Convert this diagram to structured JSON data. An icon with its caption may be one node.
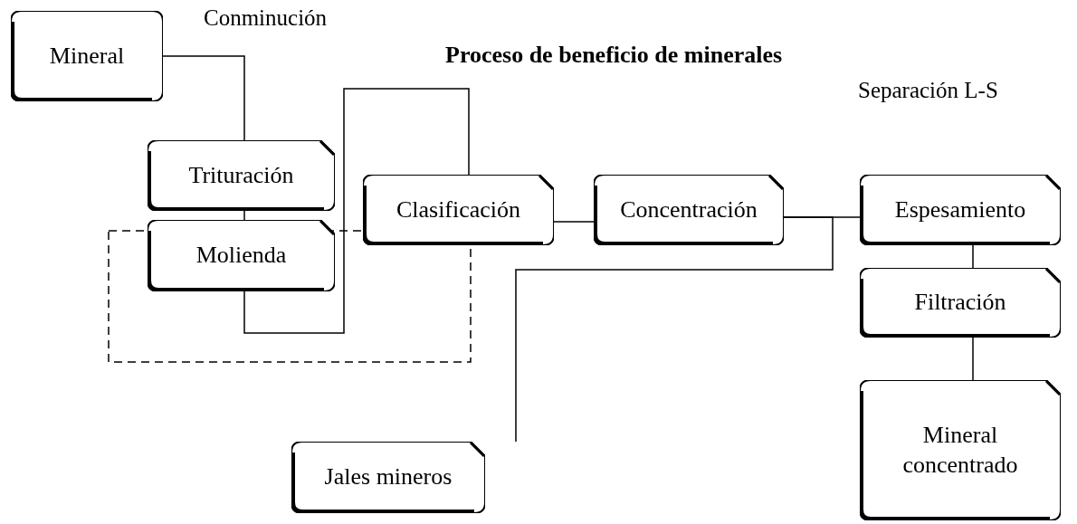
{
  "diagram": {
    "title": "Proceso de beneficio de minerales",
    "nodes": [
      {
        "text": [
          "Mineral"
        ]
      },
      {
        "text": [
          "Trituración"
        ]
      },
      {
        "text": [
          "Molienda"
        ]
      },
      {
        "text": [
          "Clasificación"
        ]
      },
      {
        "text": [
          "Concentración"
        ]
      },
      {
        "text": [
          "Espesamiento"
        ]
      },
      {
        "text": [
          "Filtración"
        ]
      },
      {
        "text": [
          "Mineral concentrado"
        ]
      },
      {
        "text": [
          "Jales mineros"
        ]
      }
    ],
    "edges": [
      {
        "from": 0,
        "to": 1,
        "arrow": "none"
      },
      {
        "from": 1,
        "to": 2,
        "arrow": "none"
      },
      {
        "from": 2,
        "to": 3,
        "arrow": "none"
      },
      {
        "from": 3,
        "to": 4,
        "arrow": "none"
      },
      {
        "from": 4,
        "to": 5,
        "arrow": "none"
      },
      {
        "from": 4,
        "to": 8,
        "arrow": "none"
      },
      {
        "from": 5,
        "to": 6,
        "arrow": "none"
      },
      {
        "from": 6,
        "to": 7,
        "arrow": "none"
      }
    ],
    "labels": [
      "Conminución",
      "Separación L-S"
    ]
  }
}
